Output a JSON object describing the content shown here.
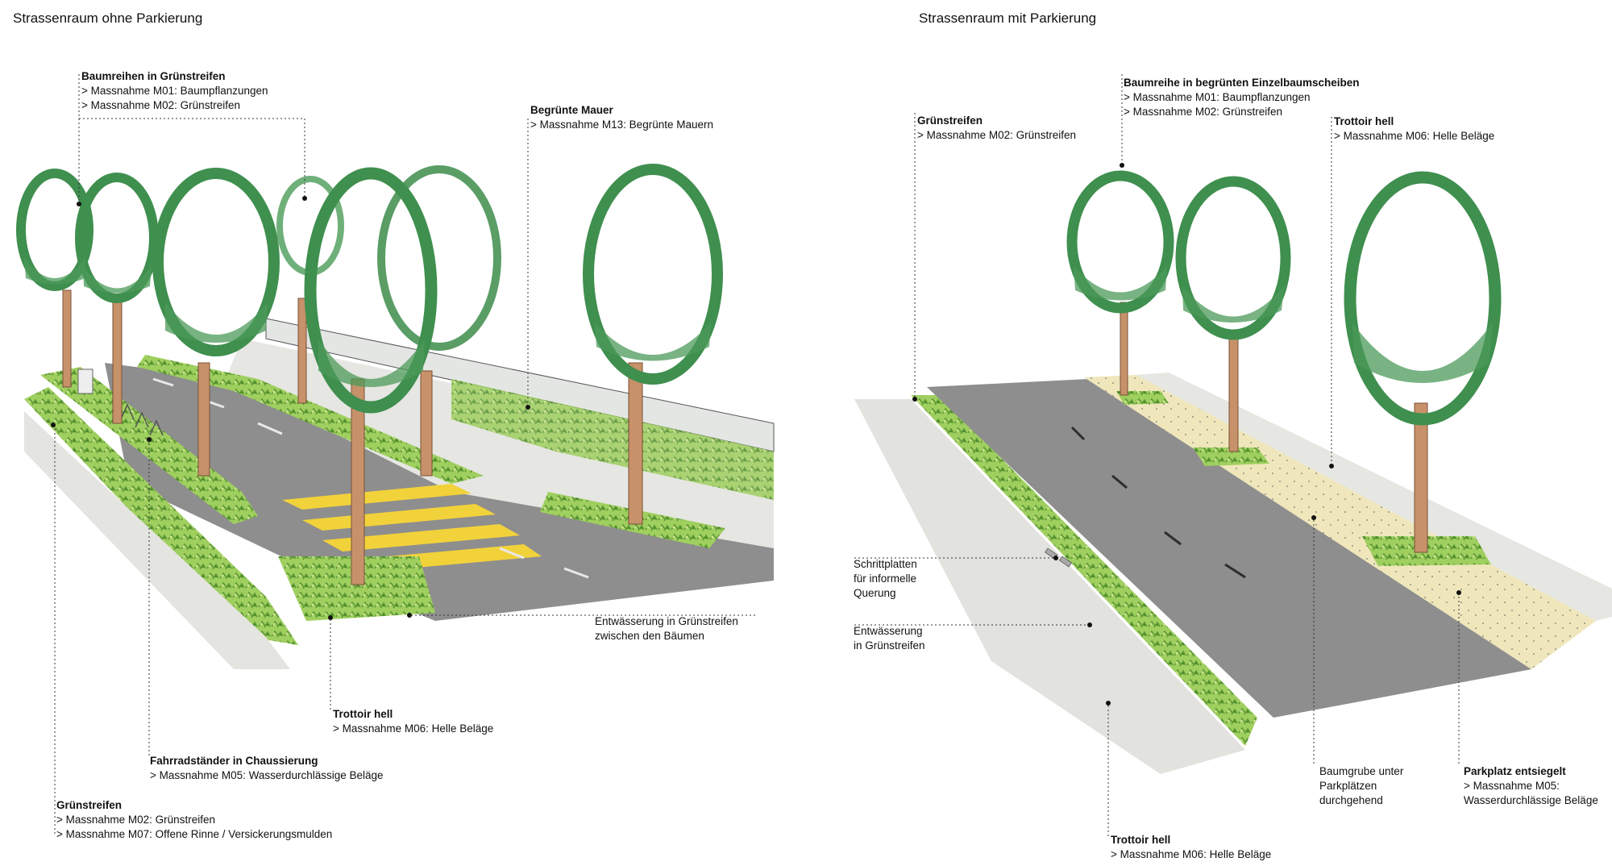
{
  "left_panel": {
    "title": "Strassenraum ohne Parkierung",
    "labels": {
      "baumreihen": {
        "head": "Baumreihen in Grünstreifen",
        "lines": [
          "> Massnahme M01: Baumpflanzungen",
          "> Massnahme M02: Grünstreifen"
        ]
      },
      "mauer": {
        "head": "Begrünte Mauer",
        "lines": [
          "> Massnahme M13: Begrünte Mauern"
        ]
      },
      "entwaesserung": {
        "head": "",
        "lines": [
          "Entwässerung in Grünstreifen",
          "zwischen den Bäumen"
        ]
      },
      "trottoir": {
        "head": "Trottoir hell",
        "lines": [
          "> Massnahme M06: Helle Beläge"
        ]
      },
      "fahrrad": {
        "head": "Fahrradständer in Chaussierung",
        "lines": [
          "> Massnahme M05: Wasserdurchlässige Beläge"
        ]
      },
      "gruenstreifen": {
        "head": "Grünstreifen",
        "lines": [
          "> Massnahme M02: Grünstreifen",
          "> Massnahme M07: Offene Rinne / Versickerungsmulden"
        ]
      }
    }
  },
  "right_panel": {
    "title": "Strassenraum mit Parkierung",
    "labels": {
      "gruenstreifen": {
        "head": "Grünstreifen",
        "lines": [
          "> Massnahme M02: Grünstreifen"
        ]
      },
      "baumreihe": {
        "head": "Baumreihe in begrünten Einzelbaumscheiben",
        "lines": [
          "> Massnahme M01: Baumpflanzungen",
          "> Massnahme M02: Grünstreifen"
        ]
      },
      "trottoir_top": {
        "head": "Trottoir hell",
        "lines": [
          "> Massnahme M06: Helle Beläge"
        ]
      },
      "schrittplatten": {
        "head": "",
        "lines": [
          "Schrittplatten",
          "für informelle",
          "Querung"
        ]
      },
      "entwaesserung": {
        "head": "",
        "lines": [
          "Entwässerung",
          "in Grünstreifen"
        ]
      },
      "baumgrube": {
        "head": "",
        "lines": [
          "Baumgrube unter",
          "Parkplätzen",
          "durchgehend"
        ]
      },
      "parkplatz": {
        "head": "Parkplatz entsiegelt",
        "lines": [
          "> Massnahme M05:",
          "Wasserdurchlässige Beläge"
        ]
      },
      "trottoir_bottom": {
        "head": "Trottoir hell",
        "lines": [
          "> Massnahme M06: Helle Beläge"
        ]
      }
    }
  },
  "colors": {
    "tree_green": "#3f8f4f",
    "tree_green_light": "#6fb07a",
    "shrub_green": "#8dc24f",
    "asphalt": "#8f8f8f",
    "sidewalk": "#dcdcd4",
    "crosswalk": "#f2d23a",
    "trunk": "#c7916a",
    "parking": "#efe6b8"
  }
}
